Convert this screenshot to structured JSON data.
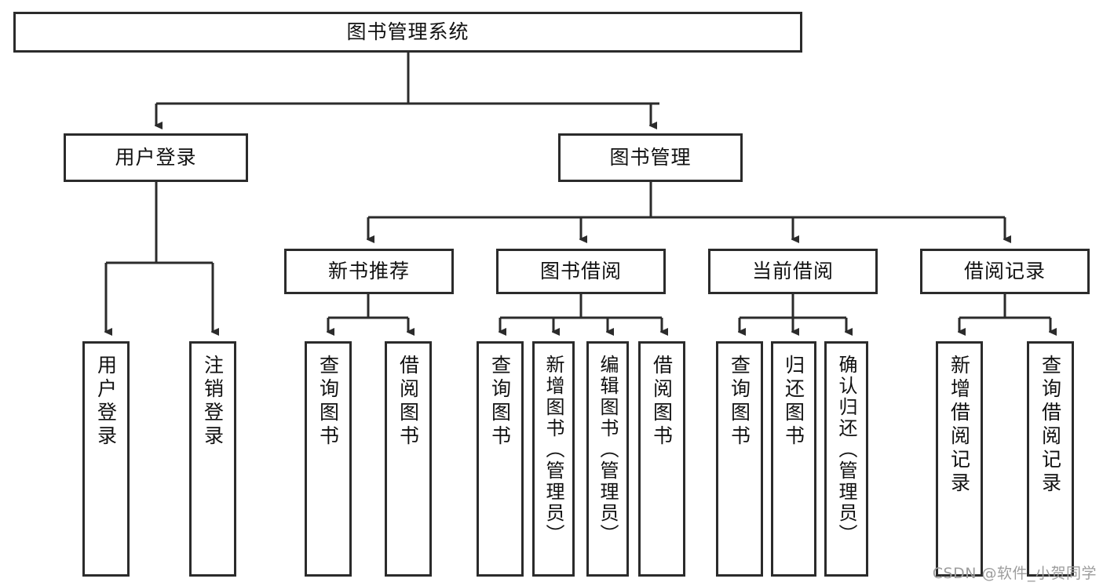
{
  "diagram": {
    "title": "图书管理系统",
    "type": "tree-hierarchy",
    "style": {
      "box_border_color": "#2b2b2b",
      "box_fill_color": "#ffffff",
      "connector_color": "#2b2b2b",
      "text_color": "#111111",
      "background_color": "#ffffff"
    },
    "root": {
      "label": "图书管理系统"
    },
    "level2": [
      {
        "label": "用户登录"
      },
      {
        "label": "图书管理"
      }
    ],
    "level3": [
      {
        "label": "新书推荐"
      },
      {
        "label": "图书借阅"
      },
      {
        "label": "当前借阅"
      },
      {
        "label": "借阅记录"
      }
    ],
    "leaves": {
      "user_login": [
        {
          "label": "用户登录"
        },
        {
          "label": "注销登录"
        }
      ],
      "new_book_recommend": [
        {
          "label": "查询图书"
        },
        {
          "label": "借阅图书"
        }
      ],
      "book_borrow": [
        {
          "label": "查询图书"
        },
        {
          "label": "新增图书（管理员）"
        },
        {
          "label": "编辑图书（管理员）"
        },
        {
          "label": "借阅图书"
        }
      ],
      "current_borrow": [
        {
          "label": "查询图书"
        },
        {
          "label": "归还图书"
        },
        {
          "label": "确认归还（管理员）"
        }
      ],
      "borrow_record": [
        {
          "label": "新增借阅记录"
        },
        {
          "label": "查询借阅记录"
        }
      ]
    }
  },
  "watermark": {
    "text": "CSDN @软件_小贺同学"
  }
}
